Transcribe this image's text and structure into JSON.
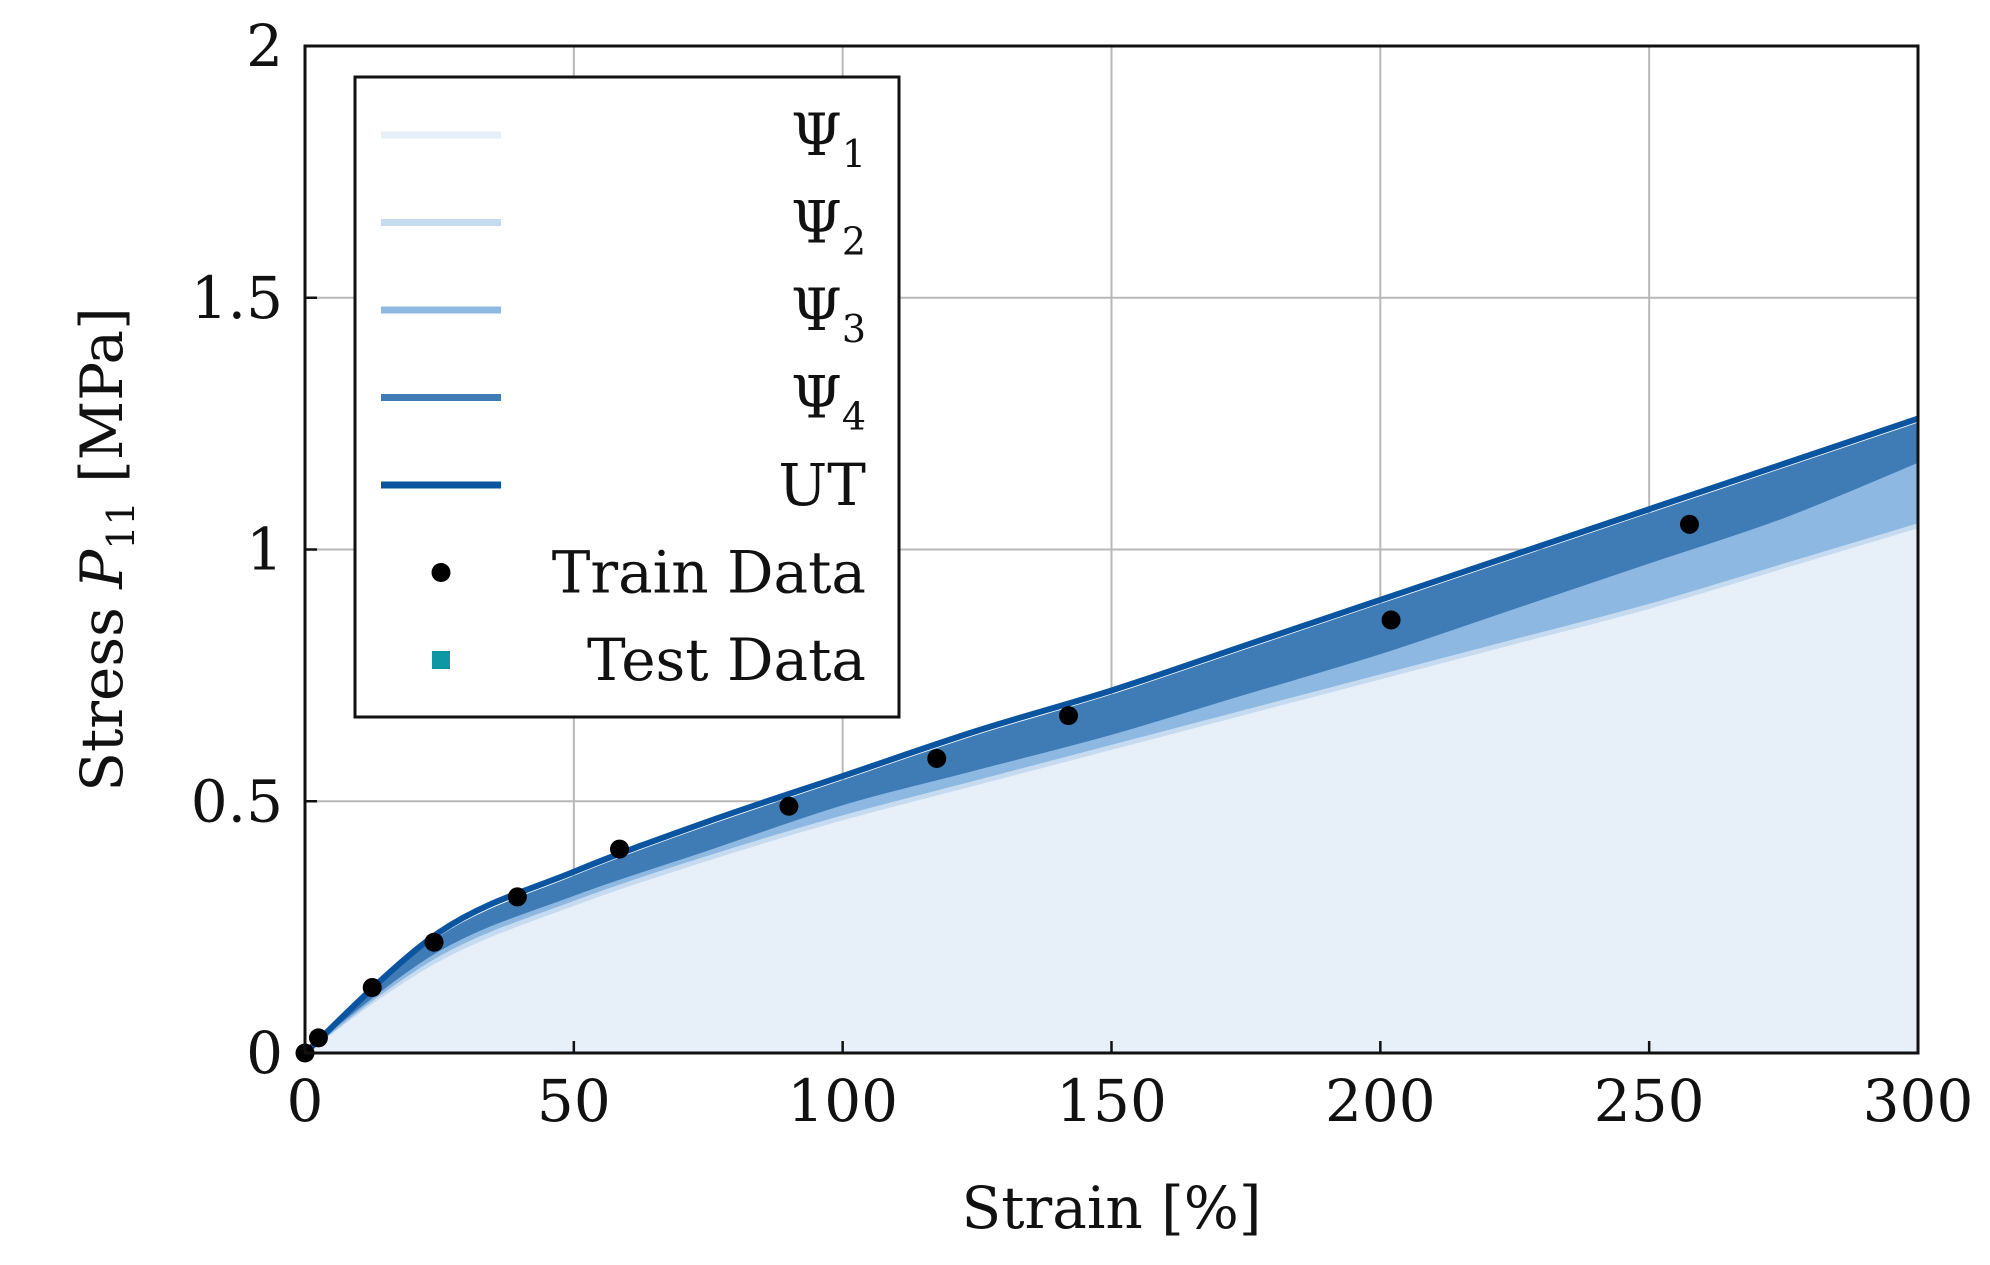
{
  "chart_data": {
    "type": "area",
    "title": "",
    "xlabel": "Strain [%]",
    "ylabel": "Stress P11 [MPa]",
    "ylabel_parts": {
      "main": "Stress ",
      "symbol": "P",
      "subscript": "11",
      "unit": " [MPa]"
    },
    "xlim": [
      0,
      300
    ],
    "ylim": [
      0,
      2
    ],
    "xticks": [
      0,
      50,
      100,
      150,
      200,
      250,
      300
    ],
    "xtick_labels": [
      "0",
      "50",
      "100",
      "150",
      "200",
      "250",
      "300"
    ],
    "yticks": [
      0,
      0.5,
      1,
      1.5,
      2
    ],
    "ytick_labels": [
      "0",
      "0.5",
      "1",
      "1.5",
      "2"
    ],
    "grid": true,
    "legend_position": "top-left",
    "x": [
      0,
      25,
      50,
      75,
      100,
      125,
      150,
      175,
      200,
      225,
      250,
      275,
      300
    ],
    "series": [
      {
        "name": "Ψ1",
        "label_main": "Ψ",
        "label_sub": "1",
        "kind": "band",
        "color": "#e7eff9",
        "values": [
          0,
          0.18,
          0.29,
          0.38,
          0.46,
          0.53,
          0.6,
          0.67,
          0.74,
          0.81,
          0.88,
          0.96,
          1.04
        ]
      },
      {
        "name": "Ψ2",
        "label_main": "Ψ",
        "label_sub": "2",
        "kind": "band",
        "color": "#c6dbef",
        "values": [
          0,
          0.19,
          0.3,
          0.39,
          0.47,
          0.54,
          0.61,
          0.68,
          0.75,
          0.82,
          0.89,
          0.97,
          1.05
        ]
      },
      {
        "name": "Ψ3",
        "label_main": "Ψ",
        "label_sub": "3",
        "kind": "band",
        "color": "#8db8e1",
        "values": [
          0,
          0.2,
          0.31,
          0.4,
          0.49,
          0.56,
          0.63,
          0.71,
          0.79,
          0.88,
          0.97,
          1.06,
          1.17
        ]
      },
      {
        "name": "Ψ4",
        "label_main": "Ψ",
        "label_sub": "4",
        "kind": "band",
        "color": "#3f7cb6",
        "values": [
          0,
          0.23,
          0.35,
          0.45,
          0.54,
          0.63,
          0.71,
          0.8,
          0.89,
          0.98,
          1.07,
          1.16,
          1.25
        ]
      },
      {
        "name": "UT",
        "label_main": "UT",
        "label_sub": "",
        "kind": "line",
        "color": "#0b55a0",
        "values": [
          0,
          0.24,
          0.36,
          0.46,
          0.55,
          0.64,
          0.72,
          0.81,
          0.9,
          0.99,
          1.08,
          1.17,
          1.26
        ]
      }
    ],
    "train_data": {
      "name": "Train Data",
      "color": "#000000",
      "points": [
        [
          0,
          0
        ],
        [
          2.5,
          0.03
        ],
        [
          12.5,
          0.13
        ],
        [
          24,
          0.22
        ],
        [
          39.5,
          0.31
        ],
        [
          58.5,
          0.405
        ],
        [
          90,
          0.49
        ],
        [
          117.5,
          0.585
        ],
        [
          142,
          0.67
        ],
        [
          202,
          0.86
        ],
        [
          257.5,
          1.05
        ]
      ]
    },
    "test_data": {
      "name": "Test Data",
      "color": "#0f97a3",
      "points": []
    }
  }
}
